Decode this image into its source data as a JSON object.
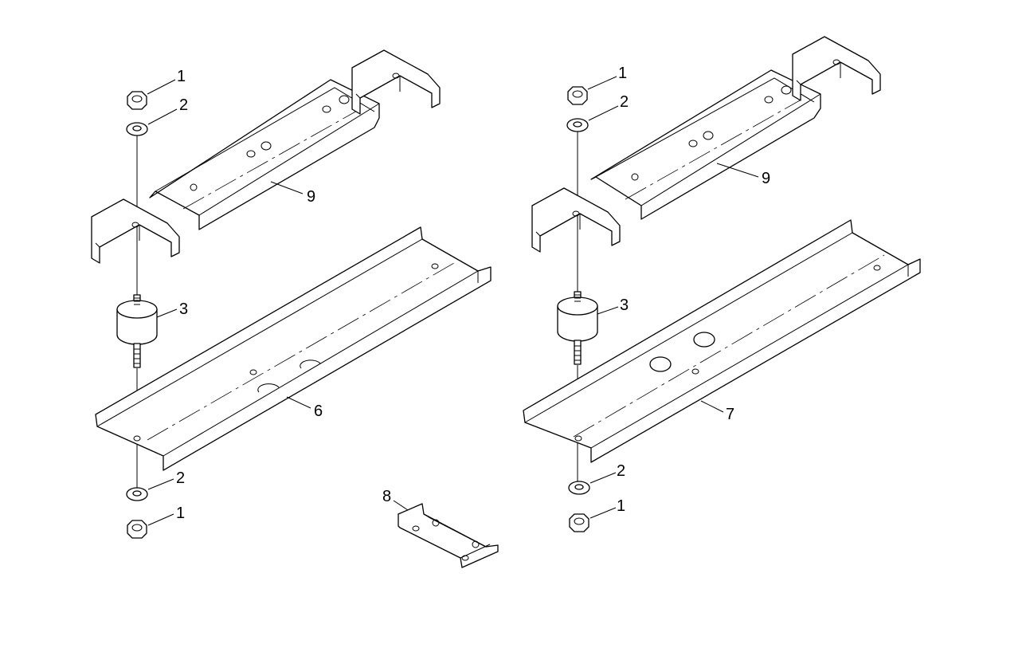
{
  "diagram": {
    "left_assembly": {
      "callouts": {
        "nut_top": "1",
        "washer_top": "2",
        "cover_channel": "9",
        "rubber_mount": "3",
        "base_channel": "6",
        "washer_bottom": "2",
        "nut_bottom": "1"
      }
    },
    "bracket": {
      "callout": "8"
    },
    "right_assembly": {
      "callouts": {
        "nut_top": "1",
        "washer_top": "2",
        "cover_channel": "9",
        "rubber_mount": "3",
        "base_channel": "7",
        "washer_bottom": "2",
        "nut_bottom": "1"
      }
    }
  }
}
